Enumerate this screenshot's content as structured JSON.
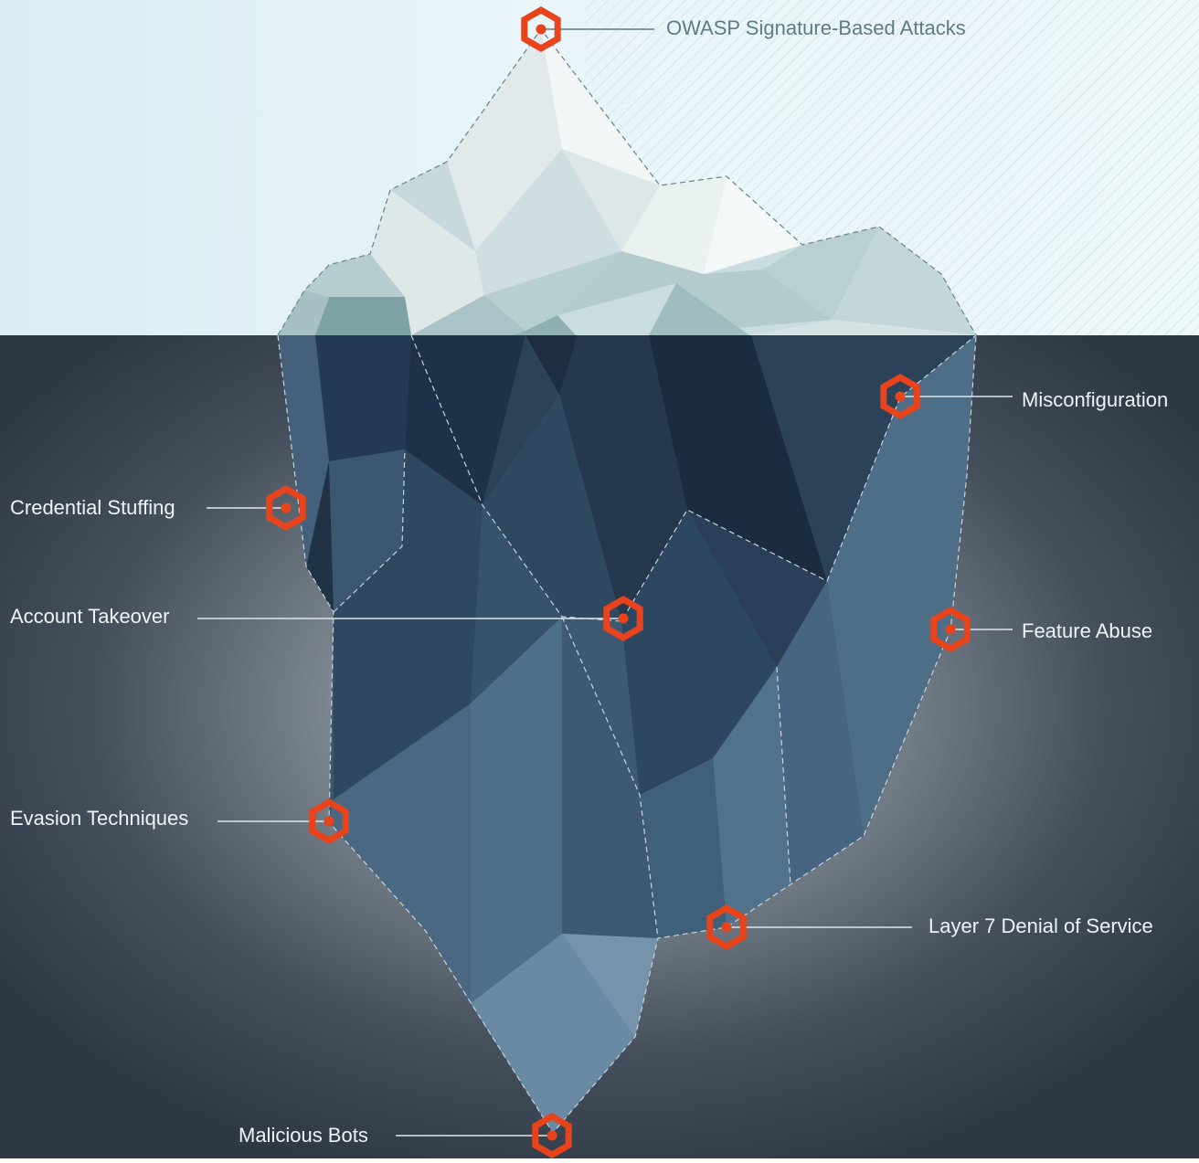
{
  "diagram": {
    "title": "",
    "markers": [
      {
        "id": "owasp",
        "label": "OWASP Signature-Based Attacks",
        "zone": "above-water"
      },
      {
        "id": "misconfig",
        "label": "Misconfiguration",
        "zone": "below-water"
      },
      {
        "id": "credential",
        "label": "Credential Stuffing",
        "zone": "below-water"
      },
      {
        "id": "takeover",
        "label": "Account Takeover",
        "zone": "below-water"
      },
      {
        "id": "feature",
        "label": "Feature Abuse",
        "zone": "below-water"
      },
      {
        "id": "evasion",
        "label": "Evasion Techniques",
        "zone": "below-water"
      },
      {
        "id": "dos",
        "label": "Layer 7 Denial of Service",
        "zone": "below-water"
      },
      {
        "id": "bots",
        "label": "Malicious Bots",
        "zone": "below-water"
      }
    ],
    "colors": {
      "sky": "#e8f4f8",
      "water_dark": "#2f3a47",
      "water_light": "#9aa6af",
      "marker": "#e8431b",
      "connector": "#dfe6ea",
      "connector_top": "#5f7c86"
    },
    "icons": {
      "marker": "hexagon-icon"
    }
  }
}
